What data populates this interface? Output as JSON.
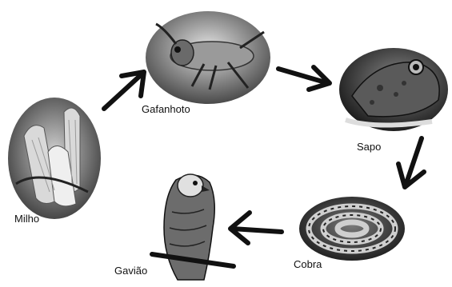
{
  "diagram": {
    "type": "food-chain",
    "organisms": [
      {
        "id": "milho",
        "label": "Milho",
        "icon": "corn-photo"
      },
      {
        "id": "gafanhoto",
        "label": "Gafanhoto",
        "icon": "grasshopper-photo"
      },
      {
        "id": "sapo",
        "label": "Sapo",
        "icon": "frog-photo"
      },
      {
        "id": "cobra",
        "label": "Cobra",
        "icon": "snake-photo"
      },
      {
        "id": "gaviao",
        "label": "Gavião",
        "icon": "hawk-photo"
      }
    ],
    "links": [
      {
        "from": "milho",
        "to": "gafanhoto"
      },
      {
        "from": "gafanhoto",
        "to": "sapo"
      },
      {
        "from": "sapo",
        "to": "cobra"
      },
      {
        "from": "cobra",
        "to": "gaviao"
      }
    ],
    "colors": {
      "ink": "#111111",
      "background": "#ffffff"
    }
  }
}
